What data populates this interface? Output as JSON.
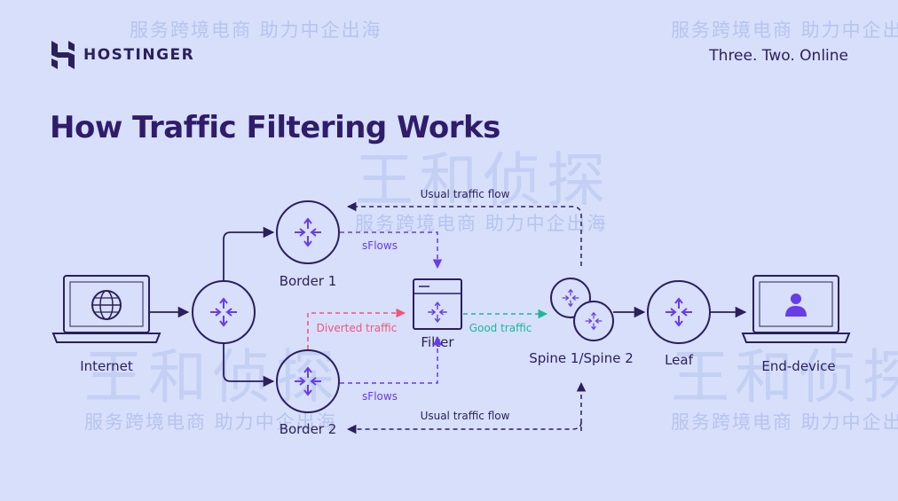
{
  "header": {
    "brand_name": "HOSTINGER",
    "tagline": "Three. Two. Online",
    "title": "How Traffic Filtering Works"
  },
  "watermark": {
    "text": "服务跨境电商 助力中企出海",
    "brand": "王和侦探"
  },
  "nodes": {
    "internet": "Internet",
    "border1": "Border 1",
    "border2": "Border 2",
    "filter": "Filter",
    "spine": "Spine 1/Spine 2",
    "leaf": "Leaf",
    "end_device": "End-device"
  },
  "edges": {
    "usual_top": "Usual traffic flow",
    "usual_bottom": "Usual traffic flow",
    "sflows_top": "sFlows",
    "sflows_bottom": "sFlows",
    "diverted": "Diverted traffic",
    "good": "Good traffic"
  },
  "colors": {
    "background": "#d7dffb",
    "stroke": "#2b1f5c",
    "accent": "#673de6",
    "diverted": "#f0557a",
    "good": "#1bb99a"
  }
}
